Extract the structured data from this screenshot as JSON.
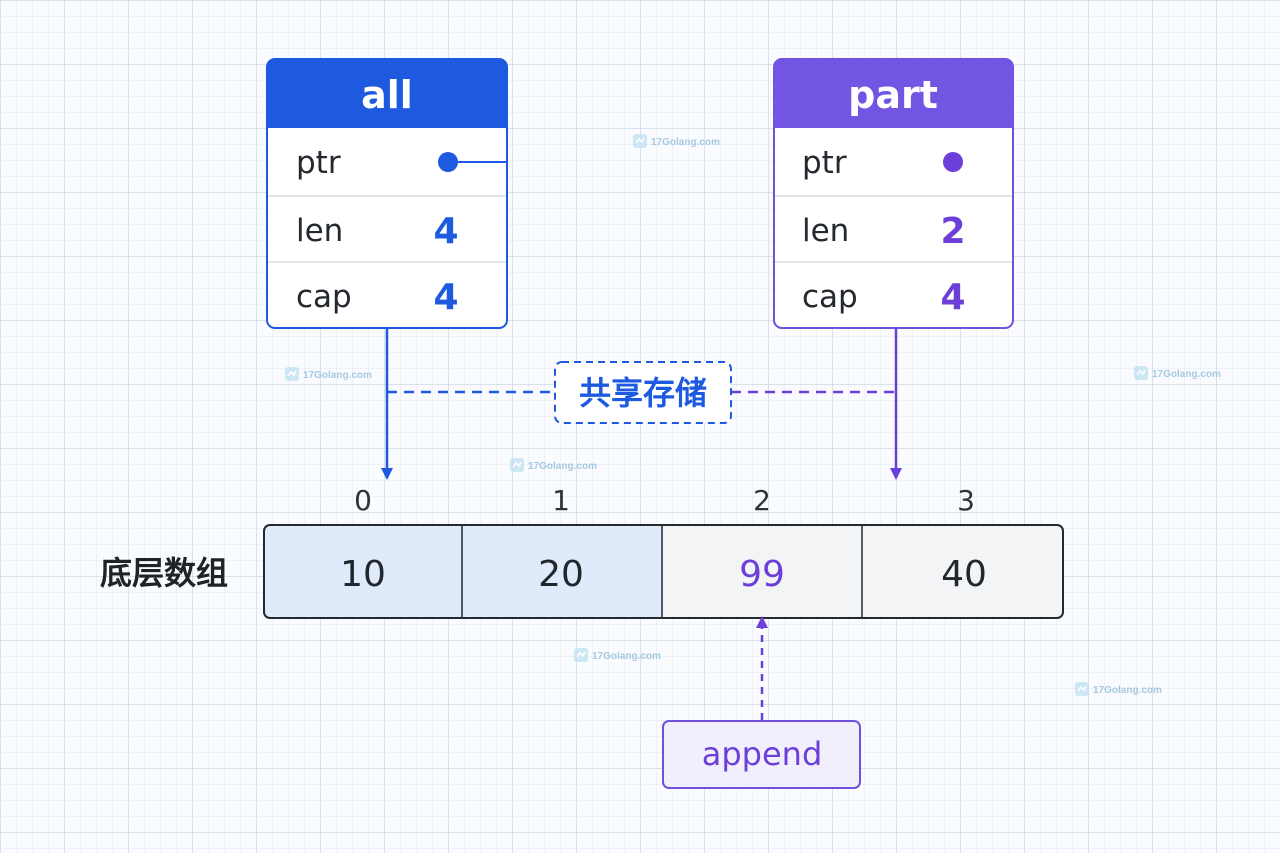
{
  "slices": [
    {
      "title": "all",
      "color": "#1e5ae0",
      "fields": [
        {
          "name": "ptr",
          "value": ""
        },
        {
          "name": "len",
          "value": "4"
        },
        {
          "name": "cap",
          "value": "4"
        }
      ]
    },
    {
      "title": "part",
      "color": "#7050dc",
      "fields": [
        {
          "name": "ptr",
          "value": ""
        },
        {
          "name": "len",
          "value": "2"
        },
        {
          "name": "cap",
          "value": "4"
        }
      ]
    }
  ],
  "shared_label": "共享存储",
  "array": {
    "label": "底层数组",
    "indices": [
      "0",
      "1",
      "2",
      "3"
    ],
    "values": [
      "10",
      "20",
      "99",
      "40"
    ],
    "highlighted_cells": [
      0,
      1
    ],
    "purple_value_index": 2
  },
  "append_label": "append",
  "watermark": "17Golang.com"
}
